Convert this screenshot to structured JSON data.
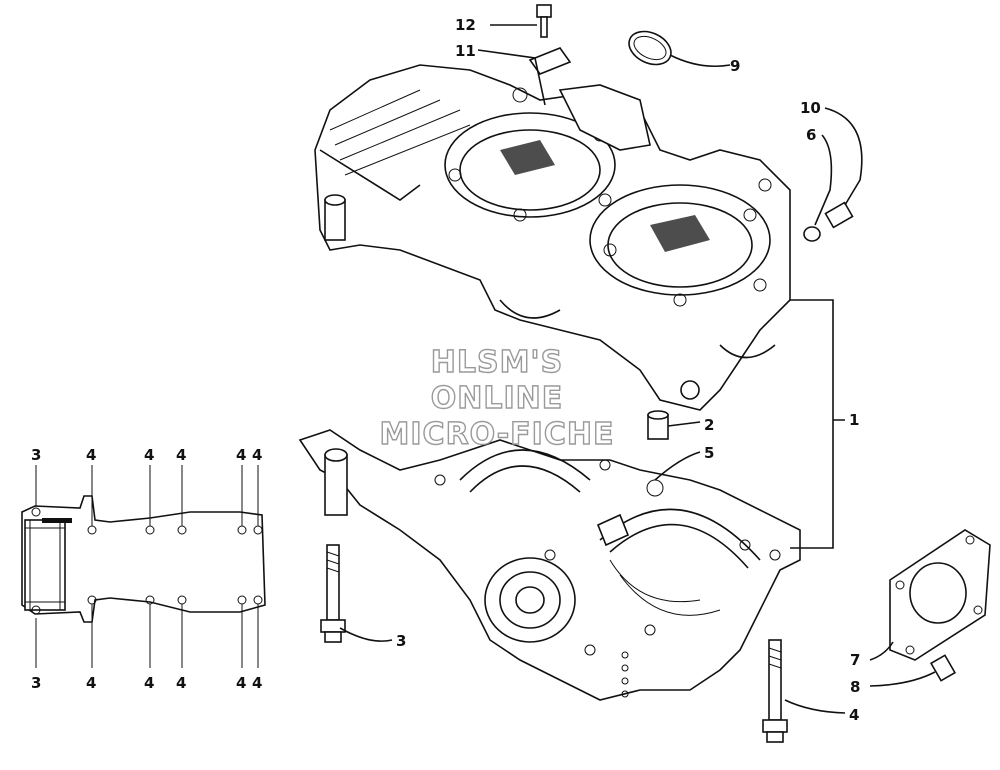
{
  "watermark": [
    "HLSM'S",
    "ONLINE",
    "MICRO-FICHE"
  ],
  "callouts": {
    "c1": "1",
    "c2": "2",
    "c3": "3",
    "c4": "4",
    "c5": "5",
    "c6": "6",
    "c7": "7",
    "c8": "8",
    "c9": "9",
    "c10": "10",
    "c11": "11",
    "c12": "12"
  },
  "torque_pattern": {
    "left_top": "3",
    "left_bottom": "3",
    "top_labels": [
      "4",
      "4",
      "4",
      "4",
      "4"
    ],
    "bottom_labels": [
      "4",
      "4",
      "4",
      "4",
      "4"
    ]
  }
}
